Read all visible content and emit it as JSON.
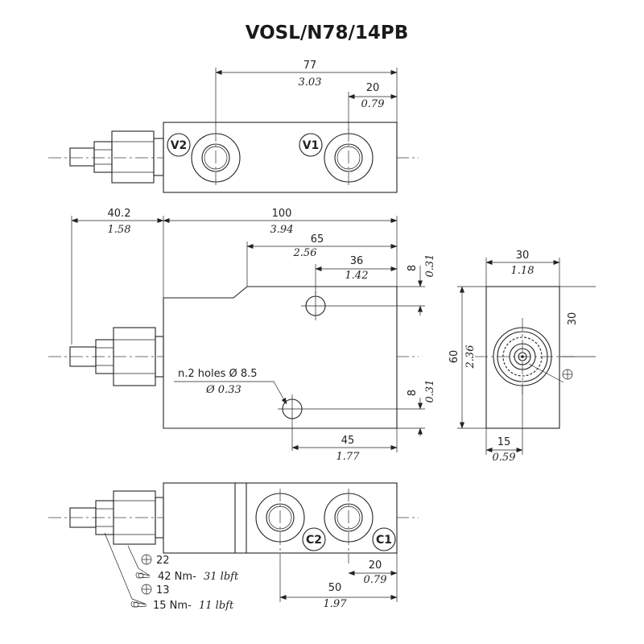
{
  "title": "VOSL/N78/14PB",
  "ports": {
    "v1": "V1",
    "v2": "V2",
    "c1": "C1",
    "c2": "C2"
  },
  "top_view": {
    "dim_77": {
      "mm": "77",
      "in": "3.03"
    },
    "dim_20": {
      "mm": "20",
      "in": "0.79"
    }
  },
  "front_view": {
    "dim_40_2": {
      "mm": "40.2",
      "in": "1.58"
    },
    "dim_100": {
      "mm": "100",
      "in": "3.94"
    },
    "dim_65": {
      "mm": "65",
      "in": "2.56"
    },
    "dim_36": {
      "mm": "36",
      "in": "1.42"
    },
    "dim_8_top": {
      "mm": "8",
      "in": "0.31"
    },
    "dim_8_bottom": {
      "mm": "8",
      "in": "0.31"
    },
    "dim_45": {
      "mm": "45",
      "in": "1.77"
    },
    "holes_note": {
      "mm": "n.2 holes Ø 8.5",
      "in": "Ø 0.33"
    }
  },
  "side_view": {
    "dim_30_width": {
      "mm": "30",
      "in": "1.18"
    },
    "dim_30_height": {
      "mm": "30"
    },
    "dim_60": {
      "mm": "60",
      "in": "2.36"
    },
    "dim_15": {
      "mm": "15",
      "in": "0.59"
    }
  },
  "bottom_view": {
    "dim_20": {
      "mm": "20",
      "in": "0.79"
    },
    "dim_50": {
      "mm": "50",
      "in": "1.97"
    },
    "wrench_22": "22",
    "torque_42": {
      "nm": "42 Nm-",
      "lbft": "31 lbft"
    },
    "wrench_13": "13",
    "torque_15": {
      "nm": "15 Nm-",
      "lbft": "11 lbft"
    }
  }
}
